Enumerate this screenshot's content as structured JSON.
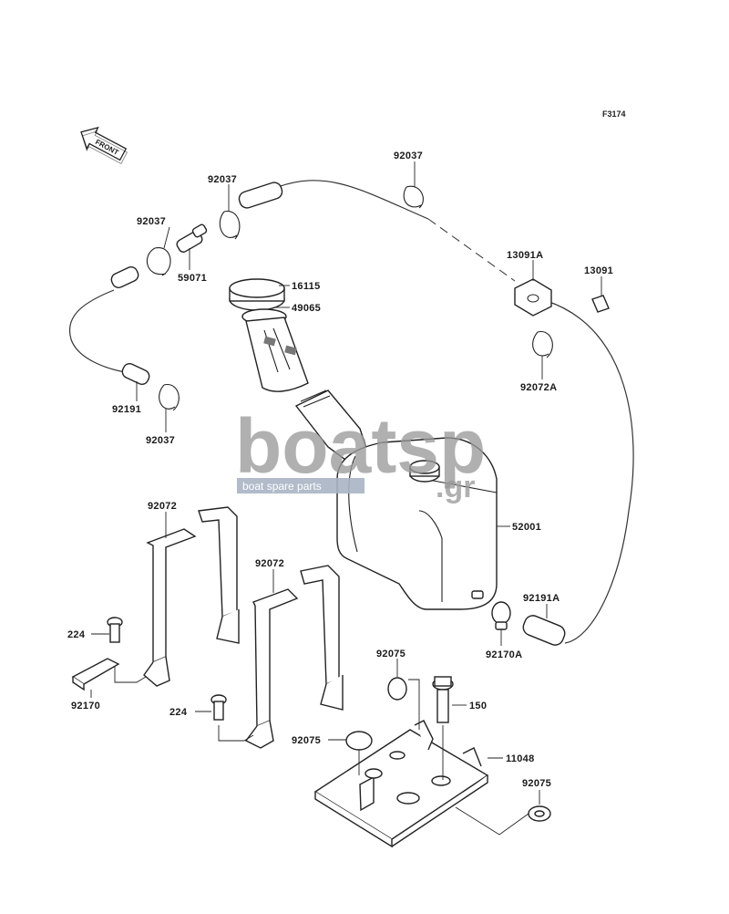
{
  "diagram_code": "F3174",
  "front_arrow_label": "FRONT",
  "watermark": {
    "brand_main": "boatsp",
    "brand_suffix": ".gr",
    "tagline": "boat spare parts"
  },
  "callouts": [
    "92037",
    "92037",
    "92037",
    "92037",
    "59071",
    "16115",
    "49065",
    "92191",
    "13091A",
    "13091",
    "92072A",
    "52001",
    "92072",
    "92072",
    "92191A",
    "224",
    "92170A",
    "92075",
    "150",
    "92170",
    "224",
    "92075",
    "11048",
    "92075"
  ]
}
